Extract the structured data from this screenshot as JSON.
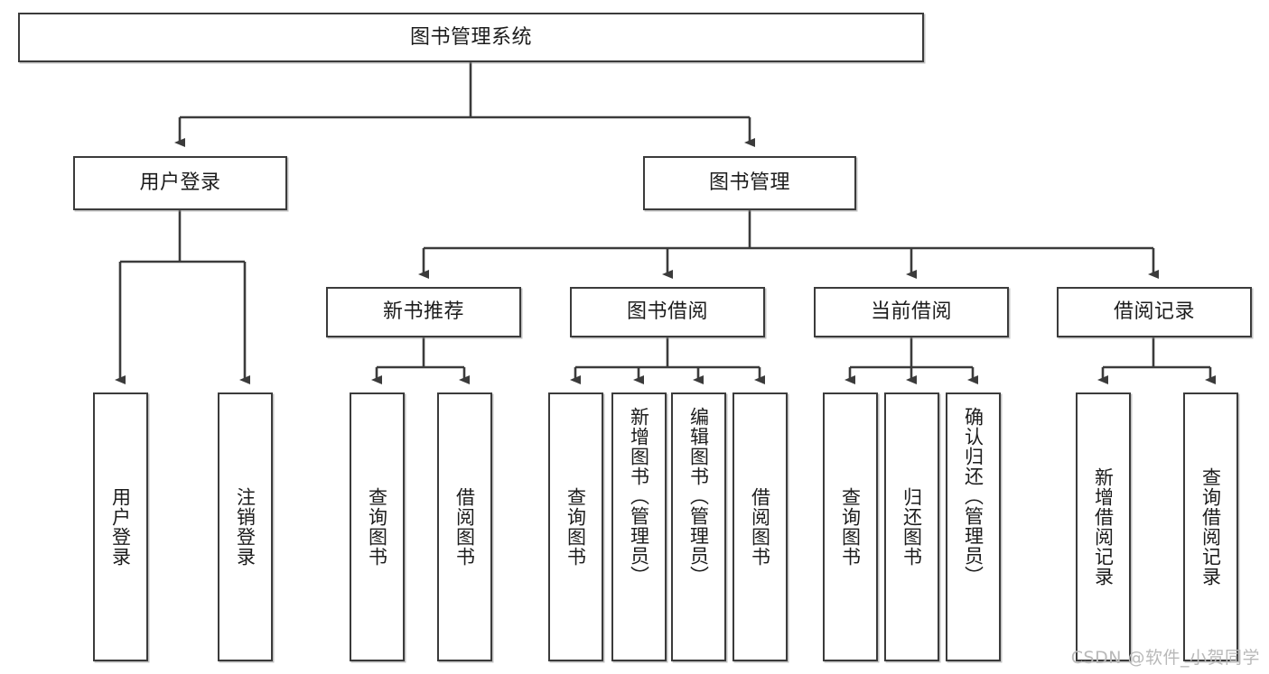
{
  "diagram": {
    "title": "图书管理系统",
    "type": "tree-hierarchy-chart",
    "watermark": "CSDN @软件_小贺同学",
    "colors": {
      "node_border": "#3b3b3b",
      "node_fill": "#ffffff",
      "edge": "#3b3b3b",
      "text": "#1c1c1c",
      "watermark": "#b9b9b9"
    }
  },
  "nodes": {
    "root": {
      "label": "图书管理系统"
    },
    "level2": [
      {
        "label": "用户登录"
      },
      {
        "label": "图书管理"
      }
    ],
    "level3": [
      {
        "label": "新书推荐"
      },
      {
        "label": "图书借阅"
      },
      {
        "label": "当前借阅"
      },
      {
        "label": "借阅记录"
      }
    ],
    "leaves": {
      "user_login": [
        {
          "label": "用户登录"
        },
        {
          "label": "注销登录"
        }
      ],
      "new_book_recommend": [
        {
          "label": "查询图书"
        },
        {
          "label": "借阅图书"
        }
      ],
      "book_borrow": [
        {
          "label": "查询图书"
        },
        {
          "label": "新增图书（管理员）"
        },
        {
          "label": "编辑图书（管理员）"
        },
        {
          "label": "借阅图书"
        }
      ],
      "current_borrow": [
        {
          "label": "查询图书"
        },
        {
          "label": "归还图书"
        },
        {
          "label": "确认归还（管理员）"
        }
      ],
      "borrow_record": [
        {
          "label": "新增借阅记录"
        },
        {
          "label": "查询借阅记录"
        }
      ]
    }
  }
}
